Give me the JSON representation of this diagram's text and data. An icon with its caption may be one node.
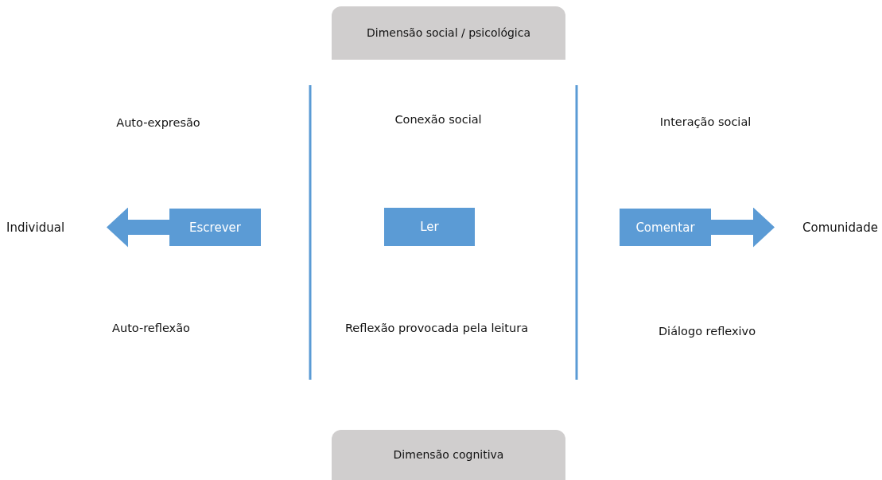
{
  "diagram": {
    "nodes": [
      {
        "text": [
          "Dimensão social / psicológica"
        ]
      },
      {
        "text": [
          "Individual"
        ]
      },
      {
        "text": [
          "Escrever"
        ]
      },
      {
        "text": [
          "Ler"
        ]
      },
      {
        "text": [
          "Comentar"
        ]
      },
      {
        "text": [
          "Comunidade"
        ]
      },
      {
        "text": [
          "Dimensão cognitiva"
        ]
      }
    ],
    "edges": [
      {
        "from": 2,
        "to": 1,
        "arrow": "to"
      },
      {
        "from": 4,
        "to": 5,
        "arrow": "to"
      }
    ],
    "labels": [
      "Auto-expresão",
      "Conexão social",
      "Interação social",
      "Auto-reflexão",
      "Reflexão provocada pela leitura",
      "Diálogo reflexivo"
    ]
  }
}
